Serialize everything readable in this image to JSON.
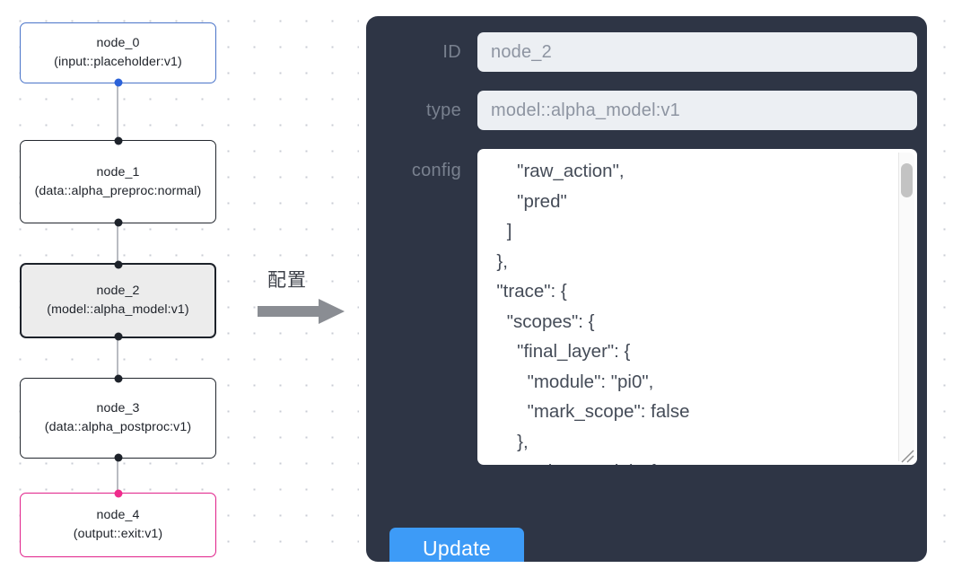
{
  "graph": {
    "nodes": [
      {
        "id": "node_0",
        "title": "node_0",
        "subtitle": "(input::placeholder:v1)",
        "kind": "input",
        "selected": false
      },
      {
        "id": "node_1",
        "title": "node_1",
        "subtitle": "(data::alpha_preproc:normal)",
        "kind": "default",
        "selected": false
      },
      {
        "id": "node_2",
        "title": "node_2",
        "subtitle": "(model::alpha_model:v1)",
        "kind": "default",
        "selected": true
      },
      {
        "id": "node_3",
        "title": "node_3",
        "subtitle": "(data::alpha_postproc:v1)",
        "kind": "default",
        "selected": false
      },
      {
        "id": "node_4",
        "title": "node_4",
        "subtitle": "(output::exit:v1)",
        "kind": "output",
        "selected": false
      }
    ],
    "colors": {
      "input_border": "#4a74c9",
      "output_border": "#e0218a",
      "default_border": "#22272e",
      "selected_fill": "#ececec",
      "edge": "#b9bcc2",
      "port": "#1d222a",
      "port_input": "#2b62d9",
      "port_output": "#ef2b8c"
    }
  },
  "transition": {
    "label": "配置",
    "arrow_color": "#8a8d93"
  },
  "panel": {
    "background": "#2e3545",
    "fields": [
      {
        "key": "id",
        "label": "ID",
        "value": "node_2"
      },
      {
        "key": "type",
        "label": "type",
        "value": "model::alpha_model:v1"
      }
    ],
    "config": {
      "label": "config",
      "value": "      \"raw_action\",\n      \"pred\"\n    ]\n  },\n  \"trace\": {\n    \"scopes\": {\n      \"final_layer\": {\n        \"module\": \"pi0\",\n        \"mark_scope\": false\n      },\n      \"action_model\": {"
    },
    "update_button": {
      "label": "Update",
      "color": "#3d9bf7"
    }
  }
}
